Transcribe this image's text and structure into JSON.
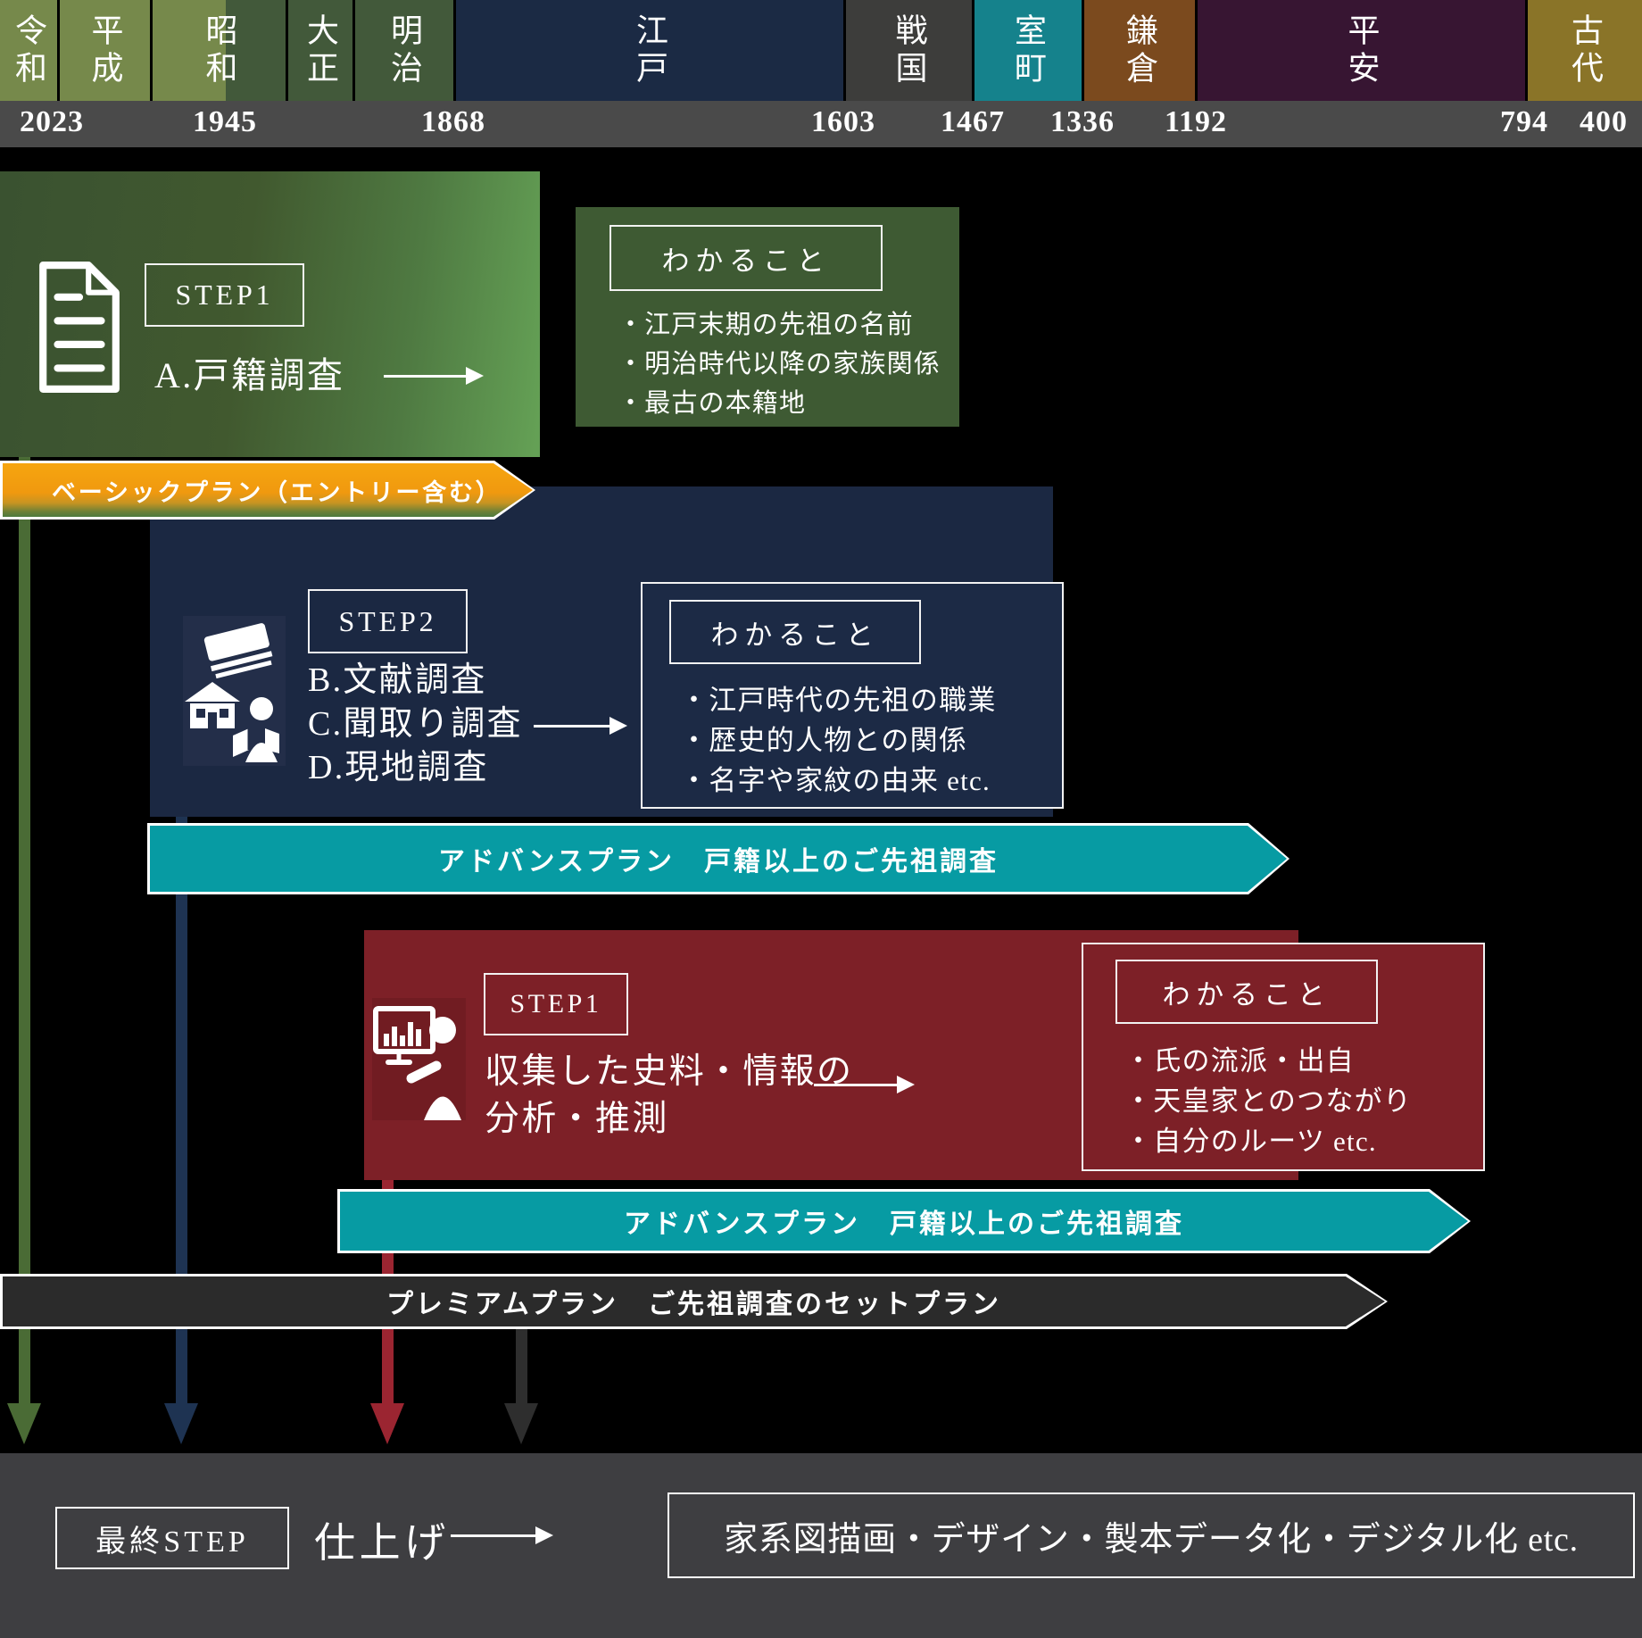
{
  "timeline": {
    "eras": [
      {
        "name": "reiwa",
        "label": "令和"
      },
      {
        "name": "heisei",
        "label": "平成"
      },
      {
        "name": "showa",
        "label": "昭和"
      },
      {
        "name": "taisho",
        "label": "大正"
      },
      {
        "name": "meiji",
        "label": "明治"
      },
      {
        "name": "edo",
        "label": "江戸"
      },
      {
        "name": "sengoku",
        "label": "戦国"
      },
      {
        "name": "muromachi",
        "label": "室町"
      },
      {
        "name": "kamakura",
        "label": "鎌倉"
      },
      {
        "name": "heian",
        "label": "平安"
      },
      {
        "name": "kodai",
        "label": "古代"
      }
    ],
    "years": [
      {
        "label": "2023"
      },
      {
        "label": "1945"
      },
      {
        "label": "1868"
      },
      {
        "label": "1603"
      },
      {
        "label": "1467"
      },
      {
        "label": "1336"
      },
      {
        "label": "1192"
      },
      {
        "label": "794"
      },
      {
        "label": "400"
      }
    ]
  },
  "steps": {
    "basic": {
      "step_label": "STEP1",
      "title": "A.戸籍調査",
      "learn_title": "わかること",
      "learn_items": [
        "・江戸末期の先祖の名前",
        "・明治時代以降の家族関係",
        "・最古の本籍地"
      ],
      "banner": "ベーシックプラン（エントリー含む）"
    },
    "advance": {
      "step_label": "STEP2",
      "items": [
        "B.文献調査",
        "C.聞取り調査",
        "D.現地調査"
      ],
      "learn_title": "わかること",
      "learn_items": [
        "・江戸時代の先祖の職業",
        "・歴史的人物との関係",
        "・名字や家紋の由来 etc."
      ],
      "banner": "アドバンスプラン　戸籍以上のご先祖調査"
    },
    "analysis": {
      "step_label": "STEP1",
      "title_line1": "収集した史料・情報の",
      "title_line2": "分析・推測",
      "learn_title": "わかること",
      "learn_items": [
        "・氏の流派・出自",
        "・天皇家とのつながり",
        "・自分のルーツ etc."
      ],
      "banner": "アドバンスプラン　戸籍以上のご先祖調査"
    },
    "premium_banner": "プレミアムプラン　ご先祖調査のセットプラン",
    "final": {
      "step_label": "最終STEP",
      "title": "仕上げ",
      "result": "家系図描画・デザイン・製本データ化・デジタル化 etc."
    }
  },
  "colors": {
    "era_light_green": "#76894b",
    "era_dark_green": "#42593a",
    "era_navy": "#1b2a44",
    "era_gray": "#3d3d3b",
    "era_teal": "#15828c",
    "era_brown": "#7b4a1e",
    "era_purple": "#371532",
    "era_olive": "#8a7428",
    "timeline_bar_gray": "#4a4a4a",
    "basic_green_dark": "#3a5230",
    "basic_green_light": "#64a055",
    "basic_panel_green": "#3e5a33",
    "plan_basic_orange": "#f0990f",
    "advance_navy": "#1b2842",
    "advance_panel_navy": "#1c2a45",
    "plan_advance_teal": "#079ba3",
    "analysis_red": "#7d2027",
    "plan_premium_charcoal": "#2b2b2b",
    "final_bar_gray": "#3e3e41",
    "line_green": "#4a6b35",
    "line_navy": "#1e3352",
    "line_red": "#9b2531",
    "line_black": "#2e2e2e"
  }
}
